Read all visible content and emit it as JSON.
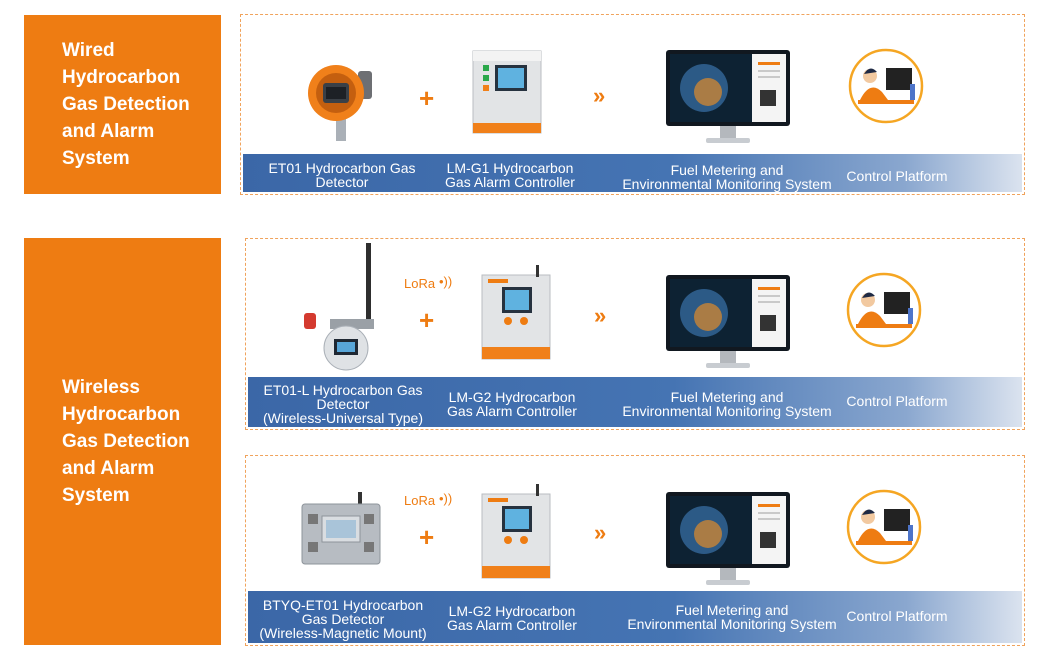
{
  "sections": {
    "wired": {
      "title": "Wired\nHydrocarbon\nGas Detection\nand Alarm\nSystem"
    },
    "wireless": {
      "title": "Wireless\nHydrocarbon\nGas Detection\nand Alarm\nSystem"
    }
  },
  "rows": [
    {
      "detector": "ET01 Hydrocarbon Gas\nDetector",
      "controller": "LM-G1 Hydrocarbon\nGas Alarm Controller",
      "monitoring": "Fuel Metering and\nEnvironmental Monitoring System",
      "platform": "Control Platform",
      "plus": "+",
      "arrow": "»"
    },
    {
      "lora": "LoRa",
      "detector": "ET01-L Hydrocarbon Gas\nDetector\n(Wireless-Universal Type)",
      "controller": "LM-G2 Hydrocarbon\nGas Alarm Controller",
      "monitoring": "Fuel Metering and\nEnvironmental Monitoring System",
      "platform": "Control Platform",
      "plus": "+",
      "arrow": "»"
    },
    {
      "lora": "LoRa",
      "detector": "BTYQ-ET01 Hydrocarbon\nGas Detector\n(Wireless-Magnetic Mount)",
      "controller": "LM-G2 Hydrocarbon\nGas Alarm Controller",
      "monitoring": "Fuel Metering and\nEnvironmental Monitoring System",
      "platform": "Control Platform",
      "plus": "+",
      "arrow": "»"
    }
  ],
  "colors": {
    "accent": "#ee7c12",
    "band": "#3b67a7"
  }
}
